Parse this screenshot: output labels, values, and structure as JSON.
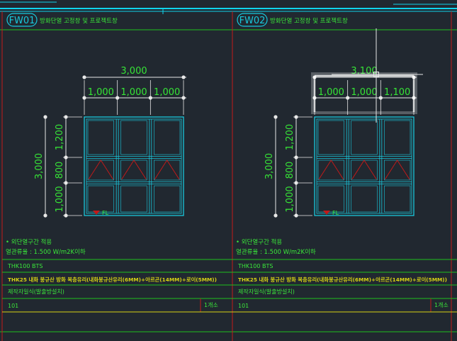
{
  "colors": {
    "background": "#212830",
    "frame": "#10d4ec",
    "grid": "#1ec01e",
    "red": "#c21a1a",
    "yellow": "#d6d215",
    "dim_text": "#36e436",
    "window": "#18c8dc",
    "white": "#e8e8e8",
    "label_text": "#3ae83a",
    "note_text": "#d8d8d8"
  },
  "panels": [
    {
      "tag": "FW01",
      "title": "방화단열 고정창 및 프로젝트창",
      "dims": {
        "total_width": "3,000",
        "segments": [
          "1,000",
          "1,000",
          "1,000"
        ],
        "total_height": "3,000",
        "heights": [
          "1,200",
          "800",
          "1,000"
        ]
      },
      "fl_label": "FL",
      "note1": "• 외단열구간 적용",
      "note2": "열관류율 : 1.500 W/m2K이하",
      "row1": "THK100 BTS",
      "row2": "THK25 내화 붕규산 방화 복층유리(내화붕규산유리(6MM)+아르곤(14MM)+로이(5MM))",
      "row3": "제작자일식(발출방설치)",
      "qty_code": "101",
      "qty_value": "1개소"
    },
    {
      "tag": "FW02",
      "title": "방화단열 고정창 및 프로젝트창",
      "dims": {
        "total_width": "3,100",
        "segments": [
          "1,000",
          "1,000",
          "1,100"
        ],
        "total_height": "3,000",
        "heights": [
          "1,200",
          "800",
          "1,000"
        ]
      },
      "fl_label": "FL",
      "note1": "• 외단열구간 적용",
      "note2": "열관류율 : 1.500 W/m2K이하",
      "row1": "THK100 BTS",
      "row2": "THK25 내화 붕규산 방화 복층유리(내화붕규산유리(6MM)+아르곤(14MM)+로이(5MM))",
      "row3": "제작자일식(발출방설치)",
      "qty_code": "101",
      "qty_value": "1개소"
    }
  ]
}
